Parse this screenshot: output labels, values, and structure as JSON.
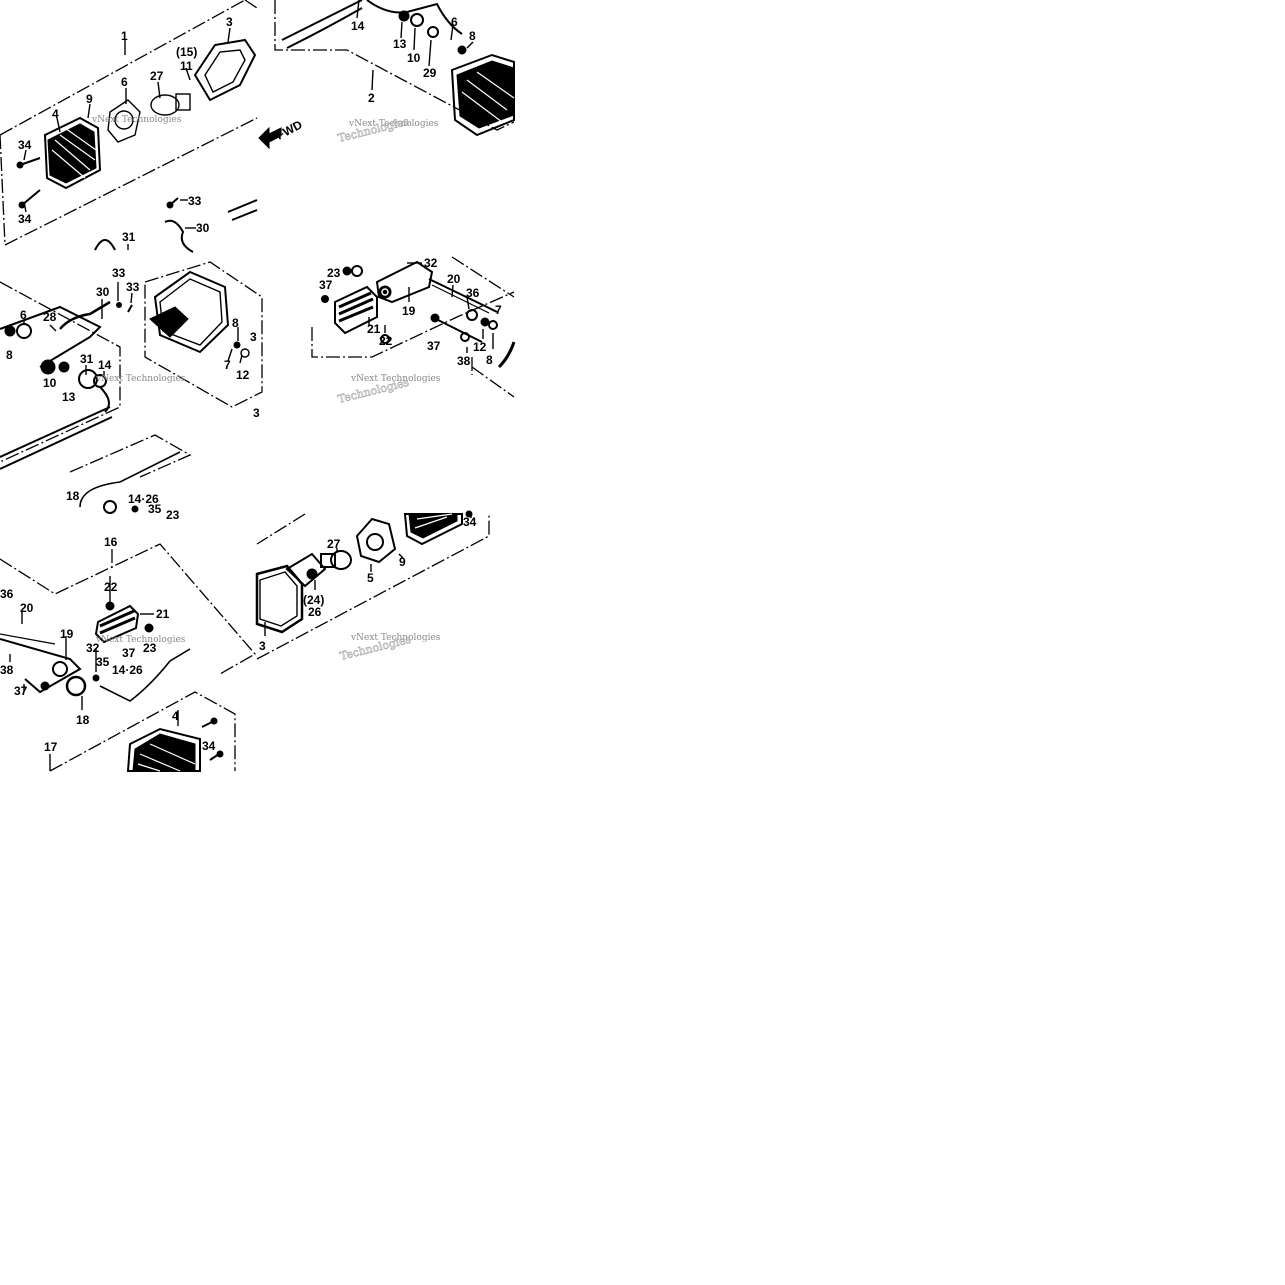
{
  "watermark": {
    "line1": "vNext Technologies",
    "line2": "Technologies"
  },
  "fwd_label": "FWD",
  "tiles": {
    "t00": [
      "1",
      "3",
      "(15)",
      "11",
      "27",
      "6",
      "9",
      "4",
      "34",
      "34",
      "33",
      "30",
      "31"
    ],
    "t01": [
      "14",
      "13",
      "10",
      "29",
      "6",
      "8",
      "2"
    ],
    "t10": [
      "33",
      "33",
      "30",
      "28",
      "6",
      "8",
      "31",
      "14",
      "10",
      "13",
      "8",
      "3",
      "7",
      "12",
      "3"
    ],
    "t11": [
      "32",
      "23",
      "20",
      "37",
      "36",
      "19",
      "21",
      "22",
      "37",
      "12",
      "38",
      "8",
      "7"
    ],
    "t12": [
      "18",
      "14·26",
      "35",
      "23"
    ],
    "t20": [
      "16",
      "22",
      "21",
      "36",
      "20",
      "19",
      "37",
      "23",
      "32",
      "35",
      "14·26",
      "38",
      "37",
      "18",
      "4",
      "34",
      "17"
    ],
    "t21": [
      "34",
      "27",
      "(24)",
      "26",
      "5",
      "9",
      "3"
    ]
  }
}
